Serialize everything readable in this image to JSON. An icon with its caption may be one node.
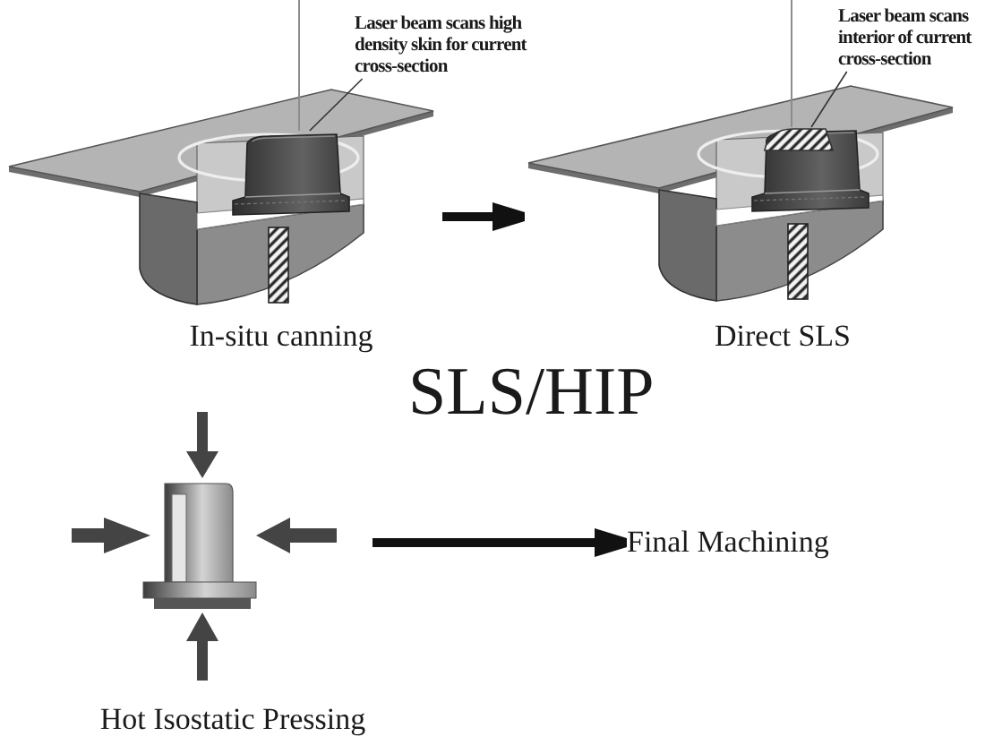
{
  "diagram": {
    "title": "SLS/HIP",
    "nodes": [
      {
        "text": [
          "In-situ canning"
        ]
      },
      {
        "text": [
          "Direct SLS"
        ]
      },
      {
        "text": [
          "Hot Isostatic Pressing"
        ]
      },
      {
        "text": [
          "Final Machining"
        ]
      },
      {
        "text": [
          "Laser beam scans high density skin for current cross-section"
        ]
      },
      {
        "text": [
          "Laser beam scans interior of current cross-section"
        ]
      },
      {
        "text": [],
        "shape": "picture",
        "in": 0
      },
      {
        "text": [],
        "shape": "picture",
        "in": 1
      }
    ],
    "edges": [
      {
        "from": 0,
        "to": 1,
        "arrow": "to",
        "style": "thick"
      },
      {
        "from": 2,
        "to": 3,
        "arrow": "to",
        "style": "thick"
      },
      {
        "from": 4,
        "to": 6,
        "arrow": "none"
      },
      {
        "from": 5,
        "to": 7,
        "arrow": "none"
      },
      {
        "from": null,
        "to": 6,
        "arrow": "none",
        "color": "#8c8c8c"
      },
      {
        "from": null,
        "to": 7,
        "arrow": "none",
        "color": "#8c8c8c"
      }
    ]
  }
}
